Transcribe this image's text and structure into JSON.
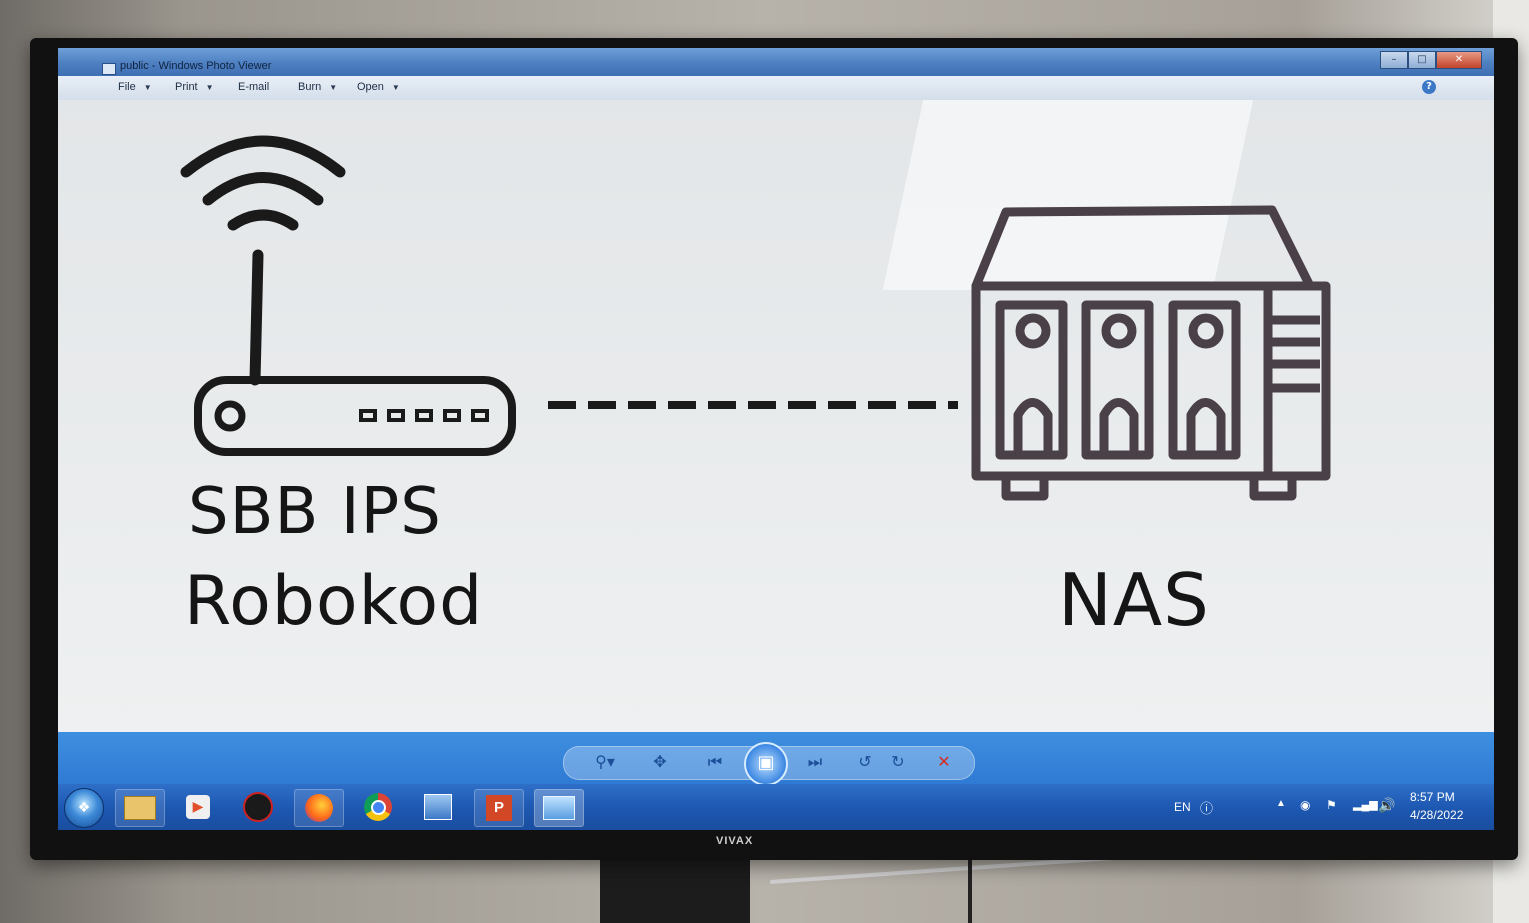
{
  "window": {
    "title": "public - Windows Photo Viewer",
    "controls": [
      "minimize",
      "maximize",
      "close"
    ]
  },
  "menu": {
    "items": [
      {
        "label": "File",
        "has_dropdown": true
      },
      {
        "label": "Print",
        "has_dropdown": true
      },
      {
        "label": "E-mail",
        "has_dropdown": false
      },
      {
        "label": "Burn",
        "has_dropdown": true
      },
      {
        "label": "Open",
        "has_dropdown": true
      }
    ],
    "help_icon": "help-icon"
  },
  "image": {
    "router_line1": "SBB IPS",
    "router_line2": "Robokod",
    "nas_label": "NAS",
    "icons": [
      "wifi-router-icon",
      "dashed-connection-line",
      "nas-server-icon"
    ]
  },
  "viewer_controls": [
    "zoom-icon",
    "fit-to-window-icon",
    "previous-icon",
    "play-slideshow-icon",
    "next-icon",
    "rotate-counterclockwise-icon",
    "rotate-clockwise-icon",
    "delete-icon"
  ],
  "taskbar": {
    "pinned": [
      "start-button",
      "file-explorer-icon",
      "media-player-icon",
      "app-icon",
      "firefox-icon",
      "chrome-icon",
      "network-app-icon",
      "powerpoint-icon",
      "photo-viewer-icon"
    ],
    "tray": {
      "language": "EN",
      "time": "8:57 PM",
      "date": "4/28/2022"
    }
  },
  "monitor_brand": "VIVAX",
  "colors": {
    "titlebar": "#4d7fc1",
    "taskbar": "#1c57b0",
    "icon_stroke": "#4a4048"
  }
}
